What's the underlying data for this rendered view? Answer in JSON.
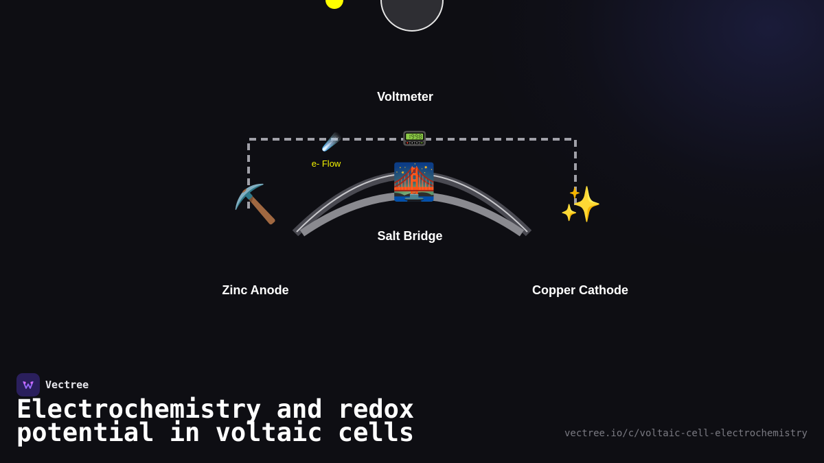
{
  "diagram": {
    "voltmeter_label": "Voltmeter",
    "salt_bridge_label": "Salt Bridge",
    "anode_label": "Zinc Anode",
    "cathode_label": "Copper Cathode",
    "electron_flow_label": "e- Flow",
    "icons": {
      "voltmeter": "📟",
      "salt_bridge": "🌉",
      "anode": "⛏️",
      "cathode": "✨",
      "electron": "☄️"
    },
    "colors": {
      "wire": "#a0a0a8",
      "bridge_outer": "#4a4a52",
      "bridge_inner": "#8a8a90",
      "electron_dot": "#ffff00",
      "label_text": "#ffffff",
      "electron_label": "#f2f200"
    }
  },
  "footer": {
    "brand": "Vectree",
    "title": "Electrochemistry and redox potential in voltaic cells",
    "url": "vectree.io/c/voltaic-cell-electrochemistry"
  }
}
